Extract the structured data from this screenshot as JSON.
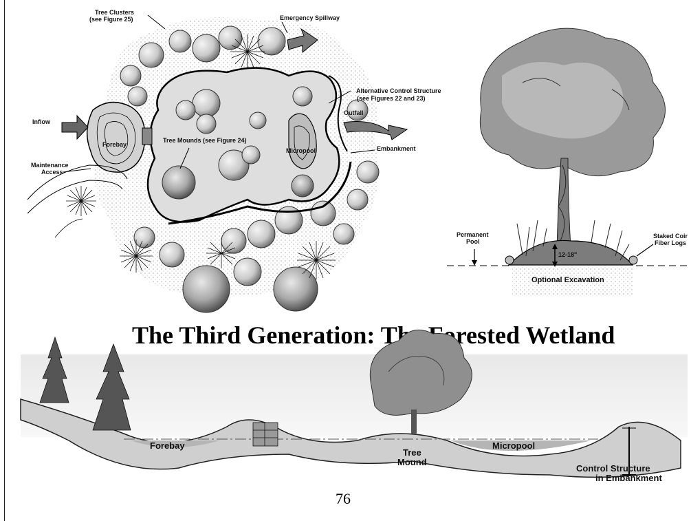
{
  "title": "The Third Generation: The Forested Wetland",
  "page_number": "76",
  "plan_view": {
    "labels": {
      "tree_clusters": "Tree Clusters",
      "tree_clusters_ref": "(see Figure 25)",
      "emergency_spillway": "Emergency Spillway",
      "alt_control": "Alternative Control Structure",
      "alt_control_ref": "(see Figures 22 and 23)",
      "outfall": "Outfall",
      "inflow": "Inflow",
      "forebay": "Forebay",
      "tree_mounds": "Tree Mounds (see Figure 24)",
      "micropool": "Micropool",
      "embankment": "Embankment",
      "maintenance": "Maintenance",
      "access": "Access"
    }
  },
  "tree_mound_detail": {
    "labels": {
      "permanent": "Permanent",
      "pool": "Pool",
      "depth": "12-18\"",
      "staked_coir": "Staked Coir",
      "fiber_logs": "Fiber Logs",
      "optional_excavation": "Optional Excavation"
    }
  },
  "section_view": {
    "labels": {
      "forebay": "Forebay",
      "tree": "Tree",
      "mound": "Mound",
      "micropool": "Micropool",
      "control_structure": "Control Structure",
      "in_embankment": "in Embankment"
    }
  }
}
